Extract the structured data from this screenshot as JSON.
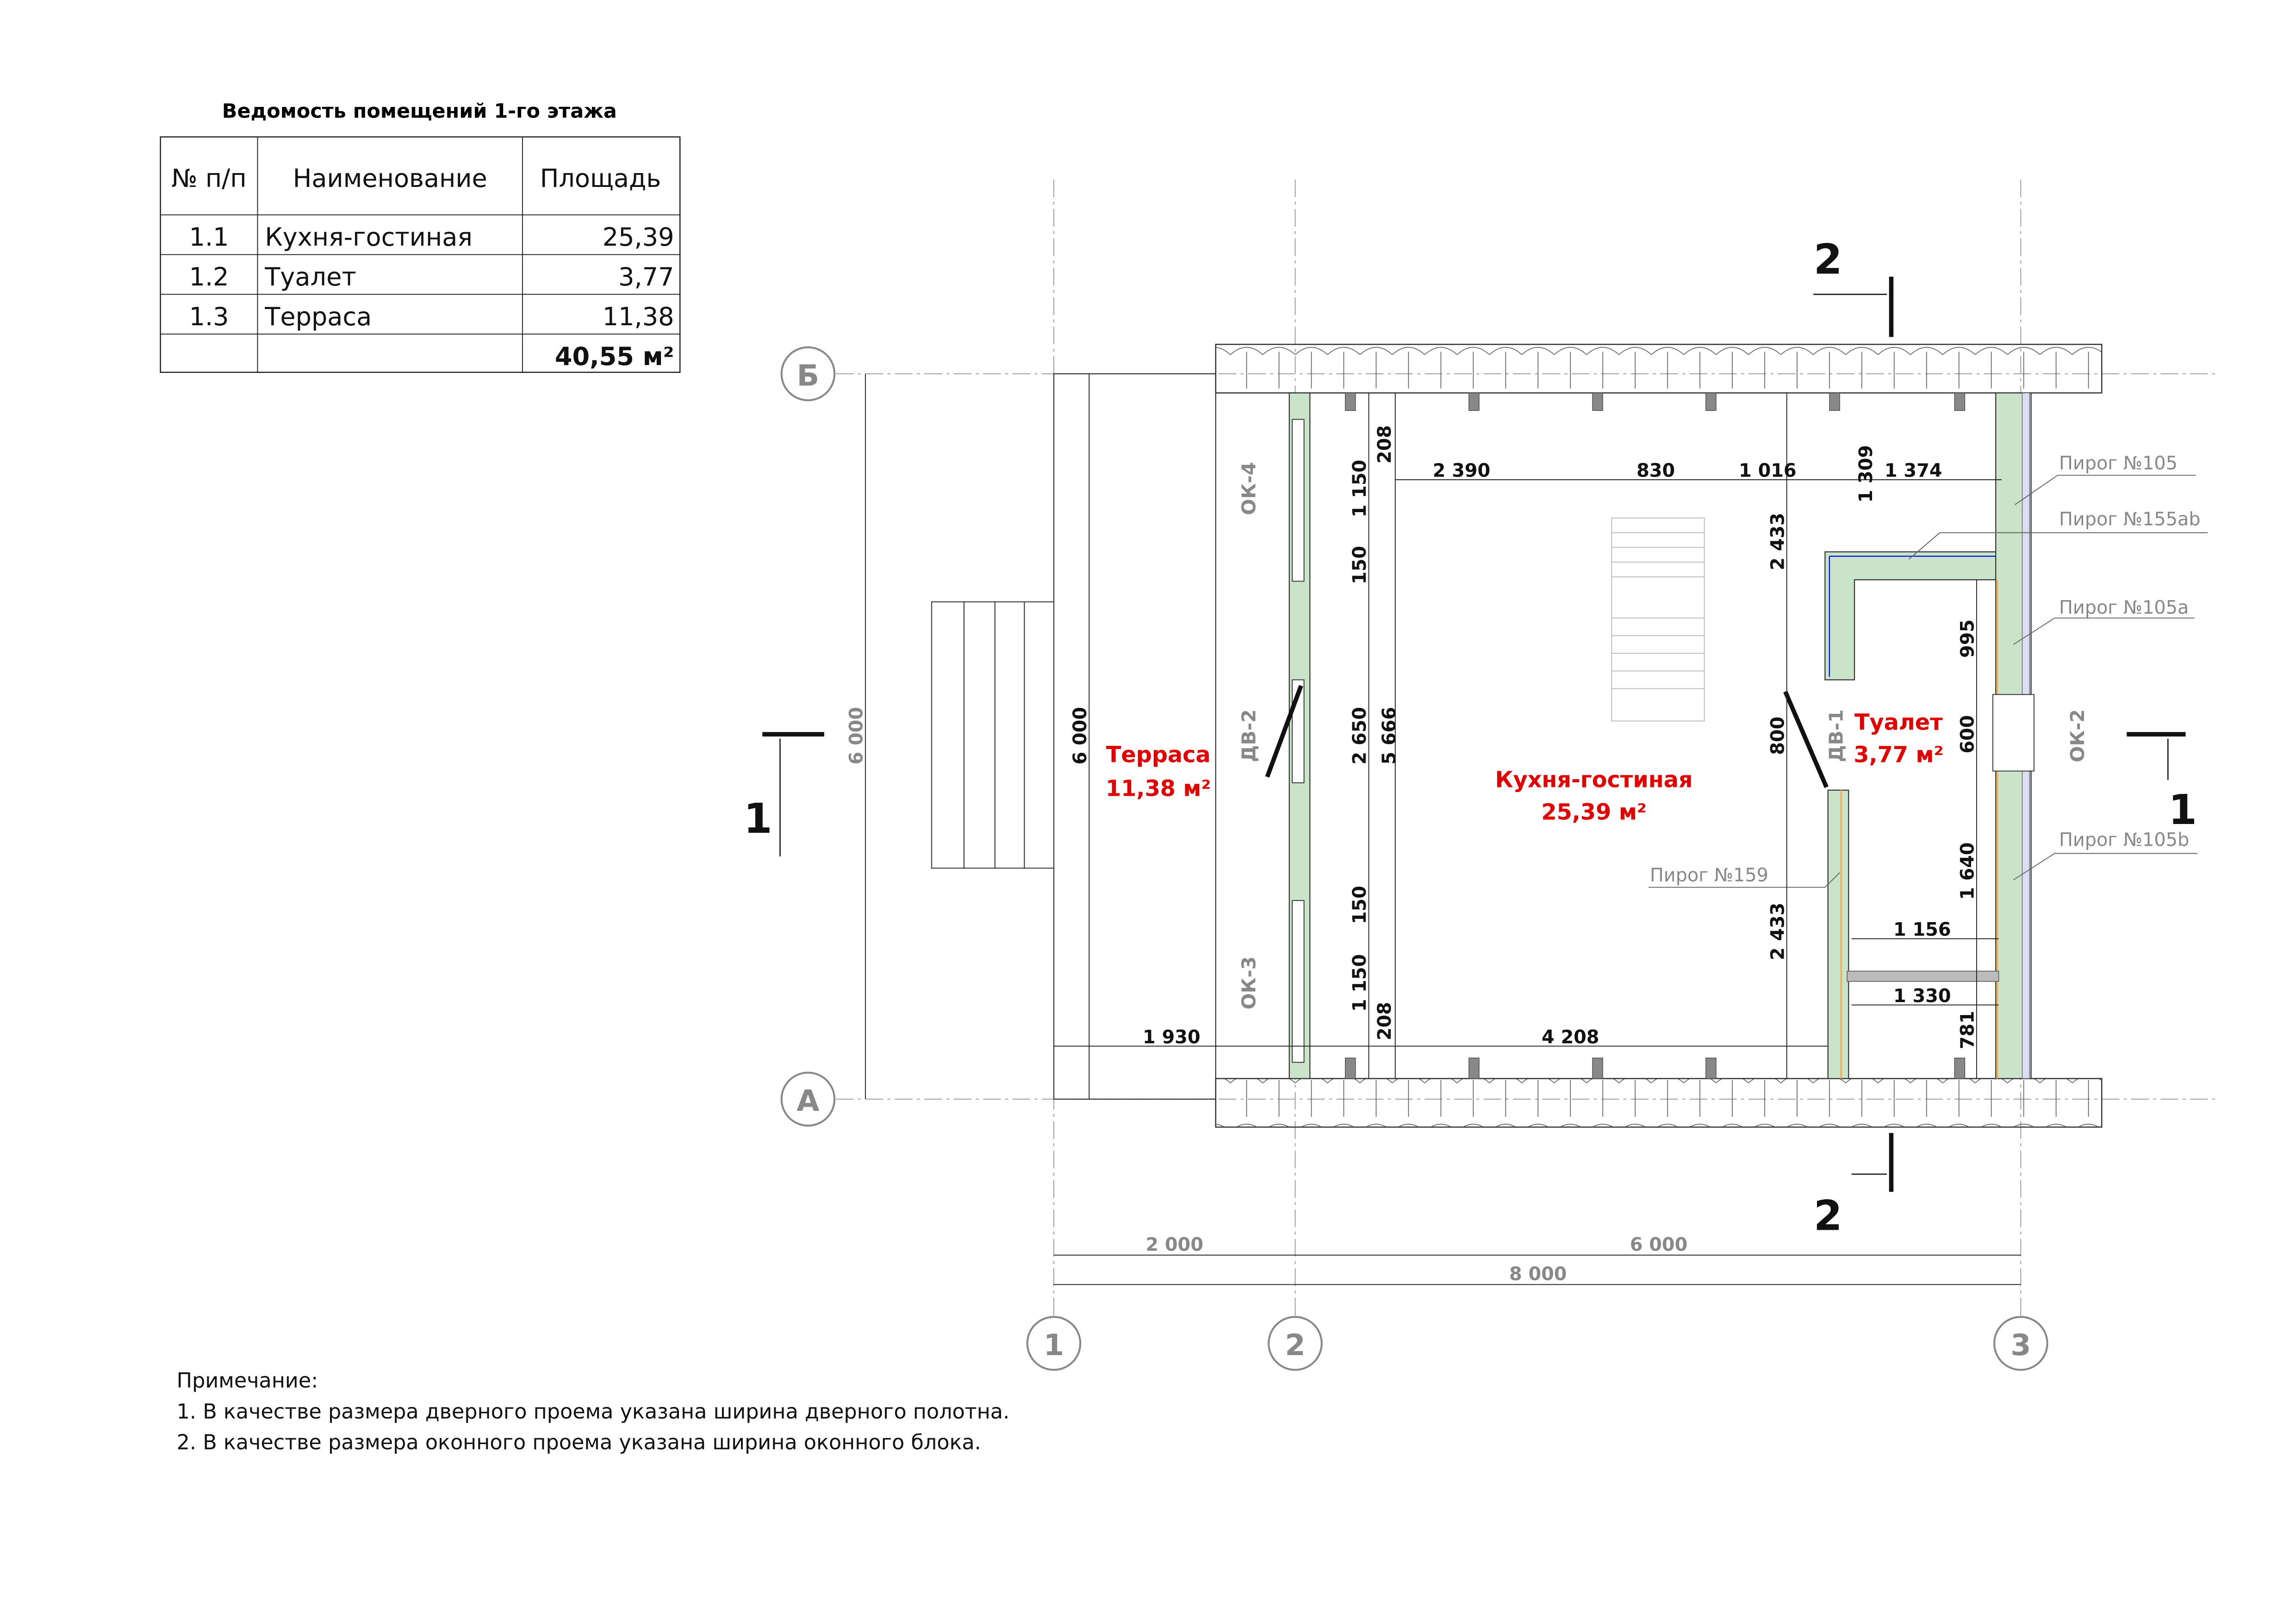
{
  "table": {
    "title": "Ведомость помещений 1-го этажа",
    "headers": [
      "№ п/п",
      "Наименование",
      "Площадь"
    ],
    "rows": [
      {
        "num": "1.1",
        "name": "Кухня-гостиная",
        "area": "25,39"
      },
      {
        "num": "1.2",
        "name": "Туалет",
        "area": "3,77"
      },
      {
        "num": "1.3",
        "name": "Терраса",
        "area": "11,38"
      }
    ],
    "total": "40,55 м²"
  },
  "rooms": {
    "terrace": {
      "name": "Терраса",
      "area": "11,38 м²"
    },
    "kitchen": {
      "name": "Кухня-гостиная",
      "area": "25,39 м²"
    },
    "toilet": {
      "name": "Туалет",
      "area": "3,77 м²"
    }
  },
  "axes": {
    "v": [
      "1",
      "2",
      "3"
    ],
    "h": [
      "Б",
      "А"
    ]
  },
  "sections": {
    "s1": "1",
    "s2": "2"
  },
  "tags": {
    "ok4": "ОК-4",
    "ok3": "ОК-3",
    "ok2": "ОК-2",
    "dv2": "ДВ-2",
    "dv1": "ДВ-1"
  },
  "layers": {
    "p105": "Пирог №105",
    "p155ab": "Пирог №155ab",
    "p105a": "Пирог №105a",
    "p105b": "Пирог №105b",
    "p159": "Пирог №159"
  },
  "dims": {
    "d2390": "2 390",
    "d830": "830",
    "d1016": "1 016",
    "d1374": "1 374",
    "d1309": "1 309",
    "d2433a": "2 433",
    "d2433b": "2 433",
    "d800": "800",
    "d995": "995",
    "d600": "600",
    "d1640": "1 640",
    "d781": "781",
    "d1156": "1 156",
    "d1330": "1 330",
    "d1930": "1 930",
    "d4208": "4 208",
    "d208a": "208",
    "d208b": "208",
    "d1150a": "1 150",
    "d1150b": "1 150",
    "d150a": "150",
    "d150b": "150",
    "d2650": "2 650",
    "d5666": "5 666",
    "d6000a": "6 000",
    "d6000b": "6 000",
    "d2000": "2 000",
    "d6000c": "6 000",
    "d8000": "8 000"
  },
  "notes": {
    "title": "Примечание:",
    "items": [
      "1. В качестве размера дверного проема указана ширина дверного полотна.",
      "2. В качестве размера оконного проема указана ширина оконного блока."
    ]
  }
}
